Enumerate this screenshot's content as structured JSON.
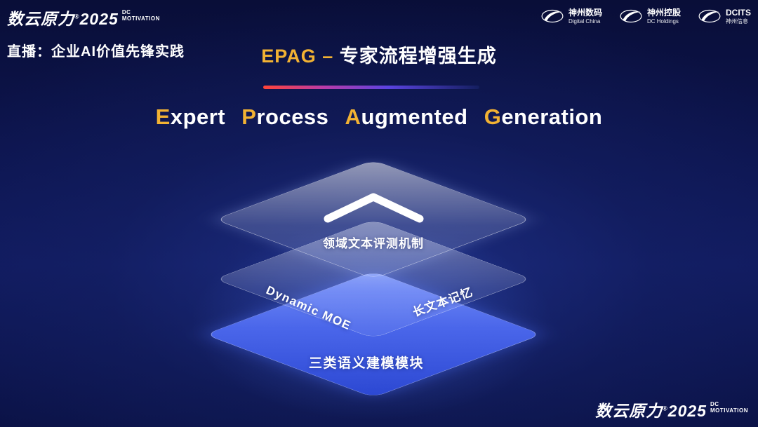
{
  "brand": {
    "name": "数云原力",
    "reg": "®",
    "year": "2025",
    "sub1": "DC",
    "sub2": "MOTIVATION"
  },
  "header": {
    "live_label": "直播：企业AI价值先锋实践",
    "title_en": "EPAG –",
    "title_cn": "专家流程增强生成"
  },
  "subtitle": {
    "words": [
      {
        "initial": "E",
        "rest": "xpert"
      },
      {
        "initial": "P",
        "rest": "rocess"
      },
      {
        "initial": "A",
        "rest": "ugmented"
      },
      {
        "initial": "G",
        "rest": "eneration"
      }
    ]
  },
  "logos": [
    {
      "name": "神州数码",
      "sub": "Digital China"
    },
    {
      "name": "神州控股",
      "sub": "DC Holdings"
    },
    {
      "name": "DCITS",
      "sub": "神州信息"
    }
  ],
  "diagram": {
    "top_label": "领域文本评测机制",
    "mid_left_label": "Dynamic MOE",
    "mid_right_label": "长文本记忆",
    "bottom_label": "三类语义建模模块"
  },
  "colors": {
    "accent_gold": "#F2B233",
    "divider_red": "#FF4438",
    "divider_blue": "#3E5ADC",
    "layer_blue": "#4A66EA",
    "background_navy": "#0B1247"
  }
}
